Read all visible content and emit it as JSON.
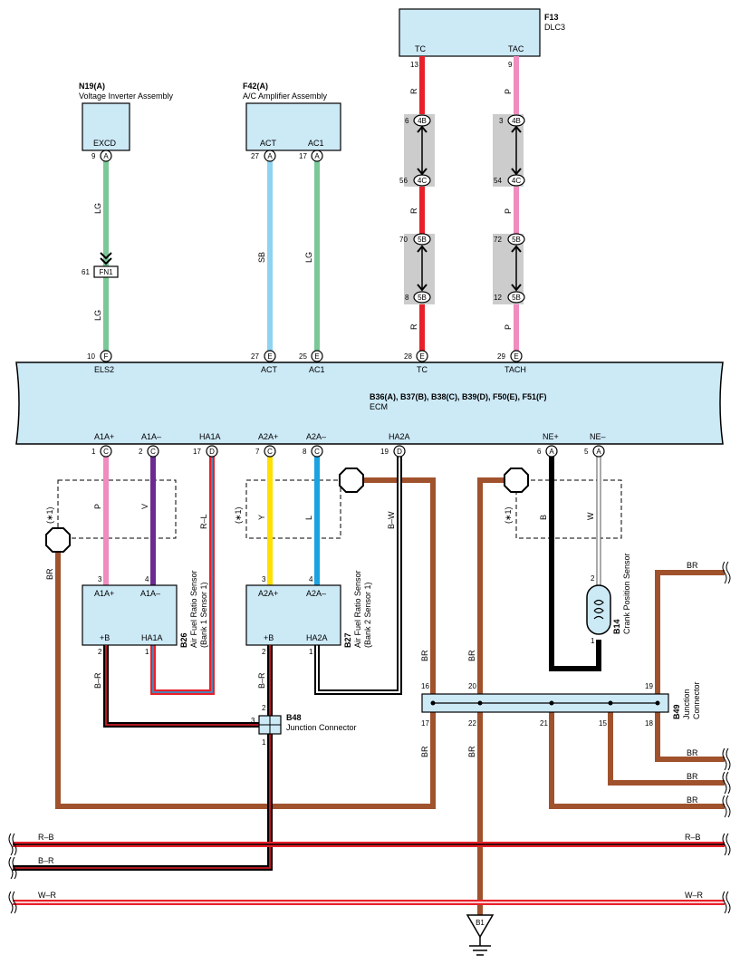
{
  "colors": {
    "box_fill": "#cce9f6",
    "connector_fill": "#cccccc",
    "LG": "#7ac897",
    "SB": "#8ed3ef",
    "R": "#e8202a",
    "P": "#f08cbf",
    "V": "#6b2c91",
    "Y": "#ffe000",
    "L": "#1aa3e0",
    "BR": "#a0522d",
    "B": "#000000",
    "W": "#ffffff"
  },
  "components": {
    "dlc3": {
      "code": "F13",
      "name": "DLC3",
      "pins": [
        "TC",
        "TAC"
      ]
    },
    "inverter": {
      "code": "N19(A)",
      "name": "Voltage Inverter Assembly",
      "pin": "EXCD"
    },
    "ac_amp": {
      "code": "F42(A)",
      "name": "A/C Amplifier Assembly",
      "pins": [
        "ACT",
        "AC1"
      ]
    },
    "ecm": {
      "codes": "B36(A), B37(B), B38(C), B39(D), F50(E), F51(F)",
      "name": "ECM",
      "top_pins": [
        "ELS2",
        "ACT",
        "AC1",
        "TC",
        "TACH"
      ],
      "bottom_pins": [
        "A1A+",
        "A1A–",
        "HA1A",
        "A2A+",
        "A2A–",
        "HA2A",
        "NE+",
        "NE–"
      ]
    },
    "b26": {
      "code": "B26",
      "name": "Air Fuel Ratio Sensor",
      "sub": "(Bank 1 Sensor 1)",
      "pins": [
        "A1A+",
        "A1A–",
        "+B",
        "HA1A"
      ]
    },
    "b27": {
      "code": "B27",
      "name": "Air Fuel Ratio Sensor",
      "sub": "(Bank 2 Sensor 1)",
      "pins": [
        "A2A+",
        "A2A–",
        "+B",
        "HA2A"
      ]
    },
    "b14": {
      "code": "B14",
      "name": "Crank Position Sensor"
    },
    "b48": {
      "code": "B48",
      "name": "Junction Connector"
    },
    "b49": {
      "code": "B49",
      "name1": "Junction",
      "name2": "Connector"
    },
    "fn1": {
      "code": "FN1"
    },
    "b1": {
      "code": "B1"
    }
  },
  "pin_numbers": {
    "dlc_tc": "13",
    "dlc_tac": "9",
    "c4b_r": "6",
    "c4c_r": "56",
    "c5b_r_top": "70",
    "c5b_r_bot": "8",
    "c4b_p": "3",
    "c4c_p": "54",
    "c5b_p_top": "72",
    "c5b_p_bot": "12",
    "inv_excd": "9",
    "fn1": "61",
    "ac_act": "27",
    "ac_ac1": "17",
    "ecm_els2": "10",
    "ecm_act": "27",
    "ecm_ac1": "25",
    "ecm_tc": "28",
    "ecm_tach": "29",
    "ecm_a1ap": "1",
    "ecm_a1am": "2",
    "ecm_ha1a": "17",
    "ecm_a2ap": "7",
    "ecm_a2am": "8",
    "ecm_ha2a": "19",
    "ecm_nep": "6",
    "ecm_nem": "5",
    "b26_3": "3",
    "b26_4": "4",
    "b26_2": "2",
    "b26_1": "1",
    "b27_3": "3",
    "b27_4": "4",
    "b27_2": "2",
    "b27_1": "1",
    "b14_2": "2",
    "b14_1": "1",
    "b48_2": "2",
    "b48_3": "3",
    "b48_1": "1",
    "b49_16": "16",
    "b49_20": "20",
    "b49_19": "19",
    "b49_17": "17",
    "b49_22": "22",
    "b49_21": "21",
    "b49_15": "15",
    "b49_18": "18"
  },
  "pin_letters": {
    "A": "A",
    "E": "E",
    "F": "F",
    "C": "C",
    "D": "D",
    "c4B": "4B",
    "c4C": "4C",
    "c5B": "5B"
  },
  "wire_labels": {
    "LG": "LG",
    "SB": "SB",
    "R": "R",
    "P": "P",
    "V": "V",
    "Y": "Y",
    "L": "L",
    "BR": "BR",
    "B": "B",
    "W": "W",
    "RL": "R–L",
    "BW": "B–W",
    "BR_dash": "B–R",
    "RB": "R–B",
    "WR": "W–R"
  },
  "shield_note": "(∗1)"
}
